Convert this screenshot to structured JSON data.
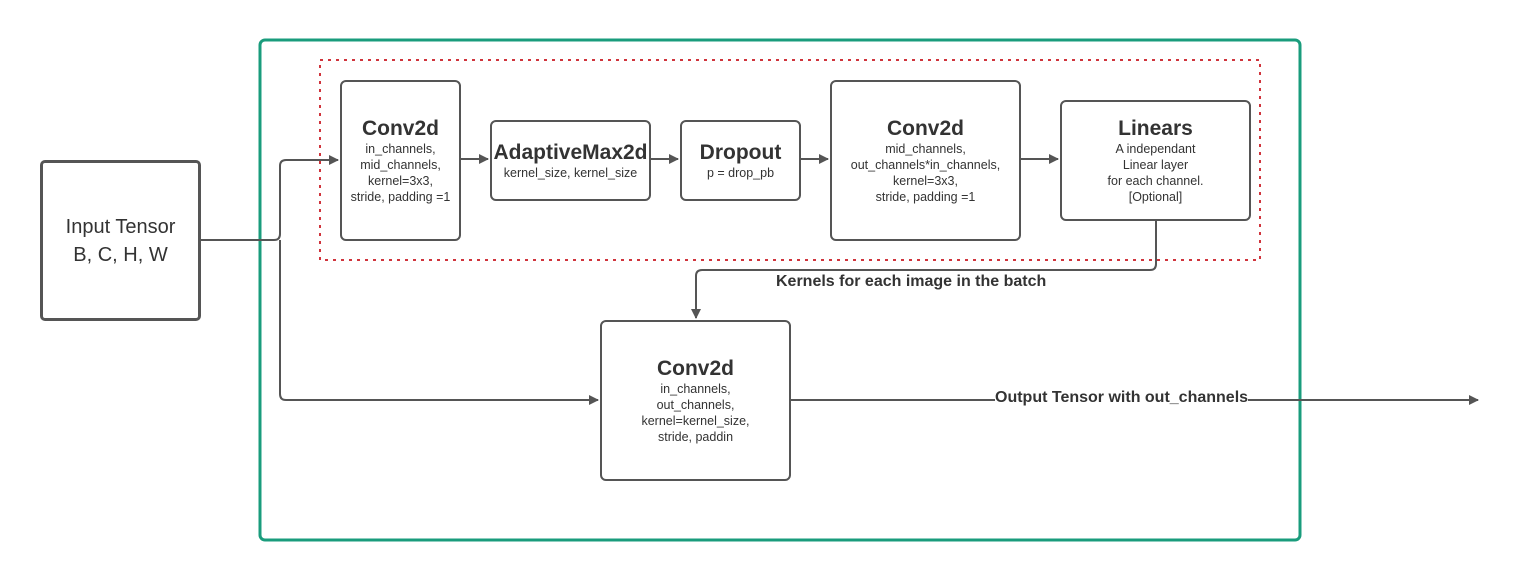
{
  "colors": {
    "container_border": "#1a9c7c",
    "group_border": "#d0343c",
    "wire": "#555555",
    "text": "#333333"
  },
  "input": {
    "lines": [
      "Input Tensor",
      "B, C, H, W"
    ]
  },
  "conv_a": {
    "title": "Conv2d",
    "lines": [
      "in_channels,",
      "mid_channels,",
      "kernel=3x3,",
      "stride, padding =1"
    ]
  },
  "pool": {
    "title": "AdaptiveMax2d",
    "lines": [
      "kernel_size, kernel_size"
    ]
  },
  "dropout": {
    "title": "Dropout",
    "lines": [
      "p = drop_pb"
    ]
  },
  "conv_b": {
    "title": "Conv2d",
    "lines": [
      "mid_channels,",
      "out_channels*in_channels,",
      "kernel=3x3,",
      "stride, padding =1"
    ]
  },
  "linears": {
    "title": "Linears",
    "lines": [
      "A independant",
      "Linear layer",
      "for each channel.",
      "[Optional]"
    ]
  },
  "conv_c": {
    "title": "Conv2d",
    "lines": [
      "in_channels,",
      "out_channels,",
      "kernel=kernel_size,",
      "stride, paddin"
    ]
  },
  "labels": {
    "kernels": "Kernels for each image in the batch",
    "output": "Output Tensor with out_channels"
  }
}
